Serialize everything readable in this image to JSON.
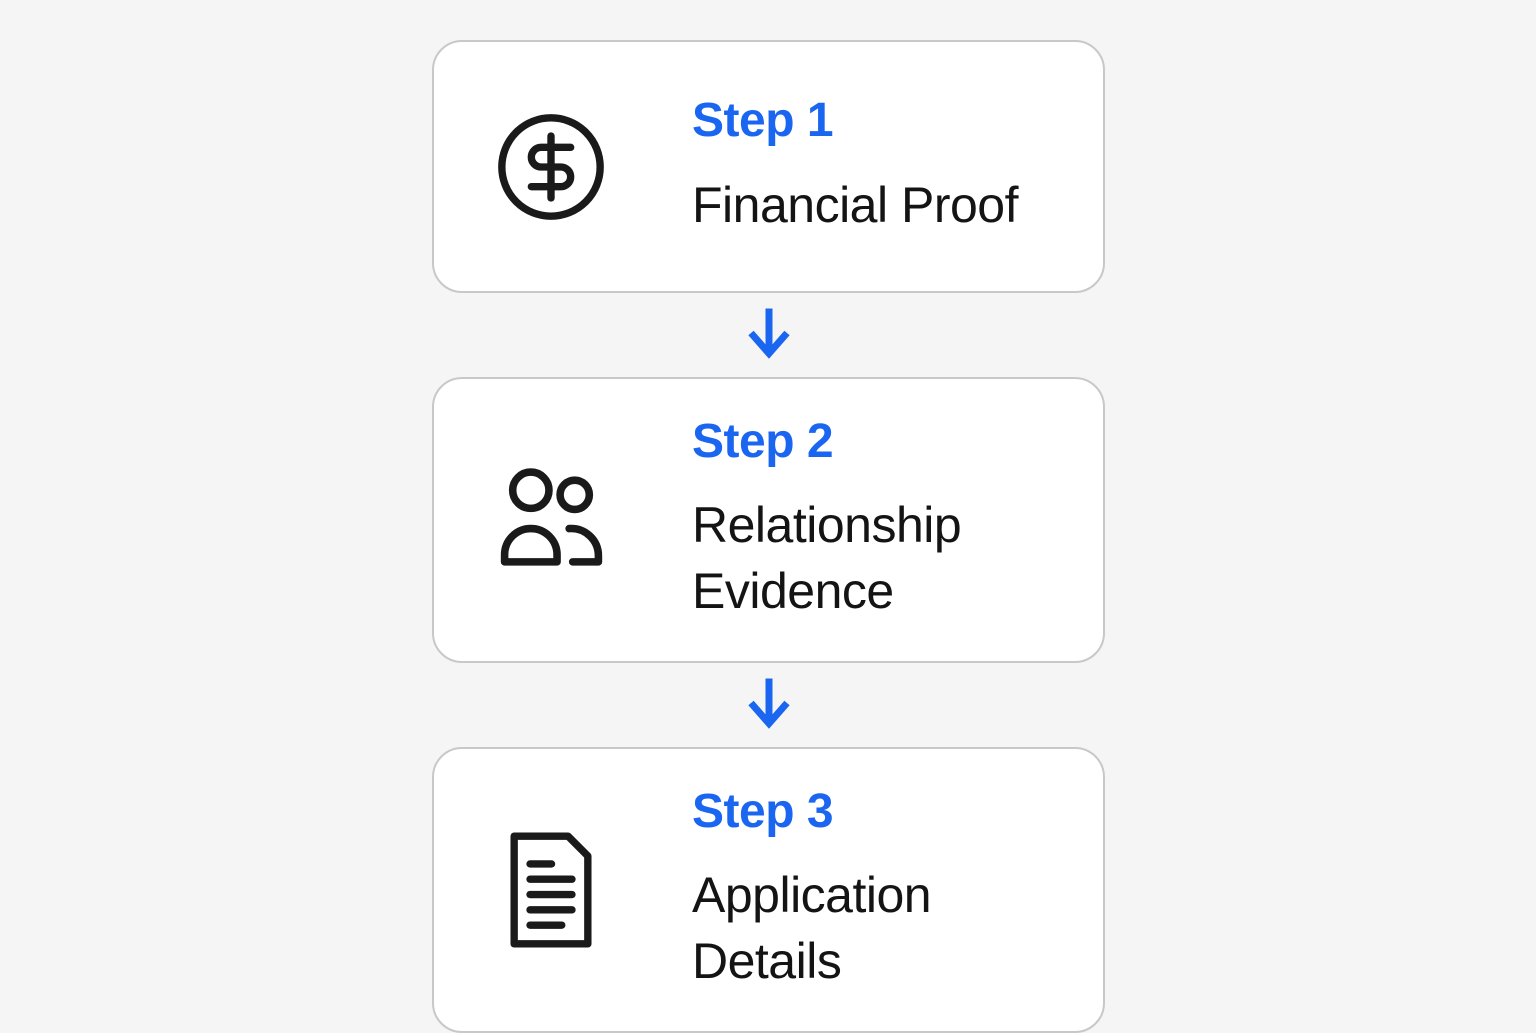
{
  "diagram": {
    "type": "vertical-step-flow",
    "steps": [
      {
        "label": "Step 1",
        "title": "Financial Proof",
        "icon": "circle-dollar-icon"
      },
      {
        "label": "Step 2",
        "title": "Relationship Evidence",
        "icon": "users-icon"
      },
      {
        "label": "Step 3",
        "title": "Application Details",
        "icon": "document-icon"
      }
    ],
    "connectors": [
      {
        "icon": "down-arrow-icon",
        "direction": "down"
      },
      {
        "icon": "down-arrow-icon",
        "direction": "down"
      }
    ]
  },
  "colors": {
    "background": "#f5f5f6",
    "card_background": "#ffffff",
    "card_border": "#c8c8ca",
    "accent_blue": "#1b66f0",
    "title_text": "#141414",
    "icon_stroke": "#1a1a1a"
  }
}
